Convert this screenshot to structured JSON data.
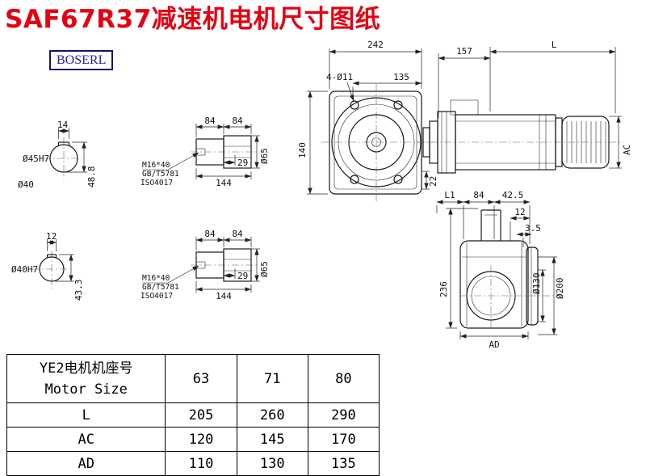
{
  "page": {
    "title": "SAF67R37减速机电机尺寸图纸",
    "logo": "BOSERL"
  },
  "views": {
    "shaft_end_top": {
      "key_width": "14",
      "bore": "Ø45H7",
      "key_height": "48.8",
      "outer": "Ø40"
    },
    "shaft_end_bottom": {
      "key_width": "12",
      "bore": "Ø40H7",
      "key_height": "43.3"
    },
    "shaft_side_top": {
      "len_a": "84",
      "len_b": "84",
      "key_len": "29",
      "total_len": "144",
      "diameter": "Ø65",
      "tap": "M16*40",
      "std_gb": "GB/T5781",
      "std_iso": "ISO4017"
    },
    "shaft_side_bottom": {
      "len_a": "84",
      "len_b": "84",
      "key_len": "29",
      "total_len": "144",
      "diameter": "Ø65",
      "tap": "M16*40",
      "std_gb": "GB/T5781",
      "std_iso": "ISO4017"
    },
    "front_view": {
      "housing_width": "242",
      "motor_flange": "157",
      "motor_len": "L",
      "bolt_holes": "4-Ø11",
      "flange_width": "135",
      "housing_height": "140",
      "shaft_offset": "22",
      "motor_diameter": "AC"
    },
    "side_view": {
      "dim_l1": "L1",
      "dim_84": "84",
      "dim_42_5": "42.5",
      "dim_12": "12",
      "dim_3_5": "3.5",
      "total_height": "236",
      "flange_d1": "Ø130",
      "flange_d2": "Ø200",
      "dim_ad": "AD"
    }
  },
  "table": {
    "header_cn": "YE2电机机座号",
    "header_en": "Motor Size",
    "columns": [
      "63",
      "71",
      "80"
    ],
    "rows": [
      {
        "label": "L",
        "values": [
          "205",
          "260",
          "290"
        ]
      },
      {
        "label": "AC",
        "values": [
          "120",
          "145",
          "170"
        ]
      },
      {
        "label": "AD",
        "values": [
          "110",
          "130",
          "135"
        ]
      }
    ]
  }
}
